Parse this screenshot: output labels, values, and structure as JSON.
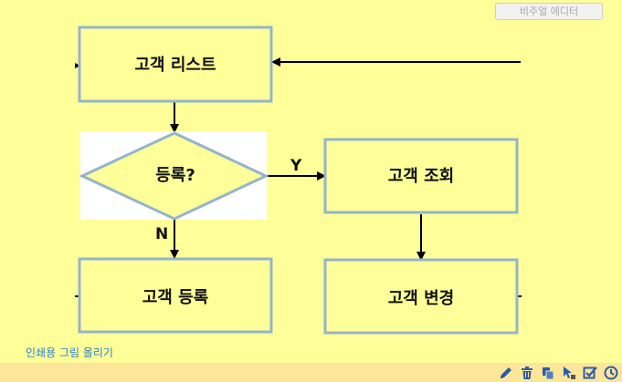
{
  "header": {
    "visual_editor_label": "비주얼 에디터"
  },
  "diagram": {
    "nodes": {
      "customer_list": "고객 리스트",
      "is_registered": "등록?",
      "customer_lookup": "고객 조회",
      "customer_register": "고객 등록",
      "customer_modify": "고객 변경"
    },
    "edges": {
      "yes_label": "Y",
      "no_label": "N"
    },
    "colors": {
      "node_fill": "#ffff99",
      "node_border": "#94b4cc",
      "decision_bg": "#ffffff",
      "edge": "#000000"
    }
  },
  "footer": {
    "print_link_label": "인쇄용 그림 올리기"
  },
  "toolbar": {
    "icons": [
      "pencil-icon",
      "trash-icon",
      "copy-icon",
      "cursor-icon",
      "checkbox-icon",
      "clock-icon"
    ],
    "accent": "#2a5da8"
  }
}
